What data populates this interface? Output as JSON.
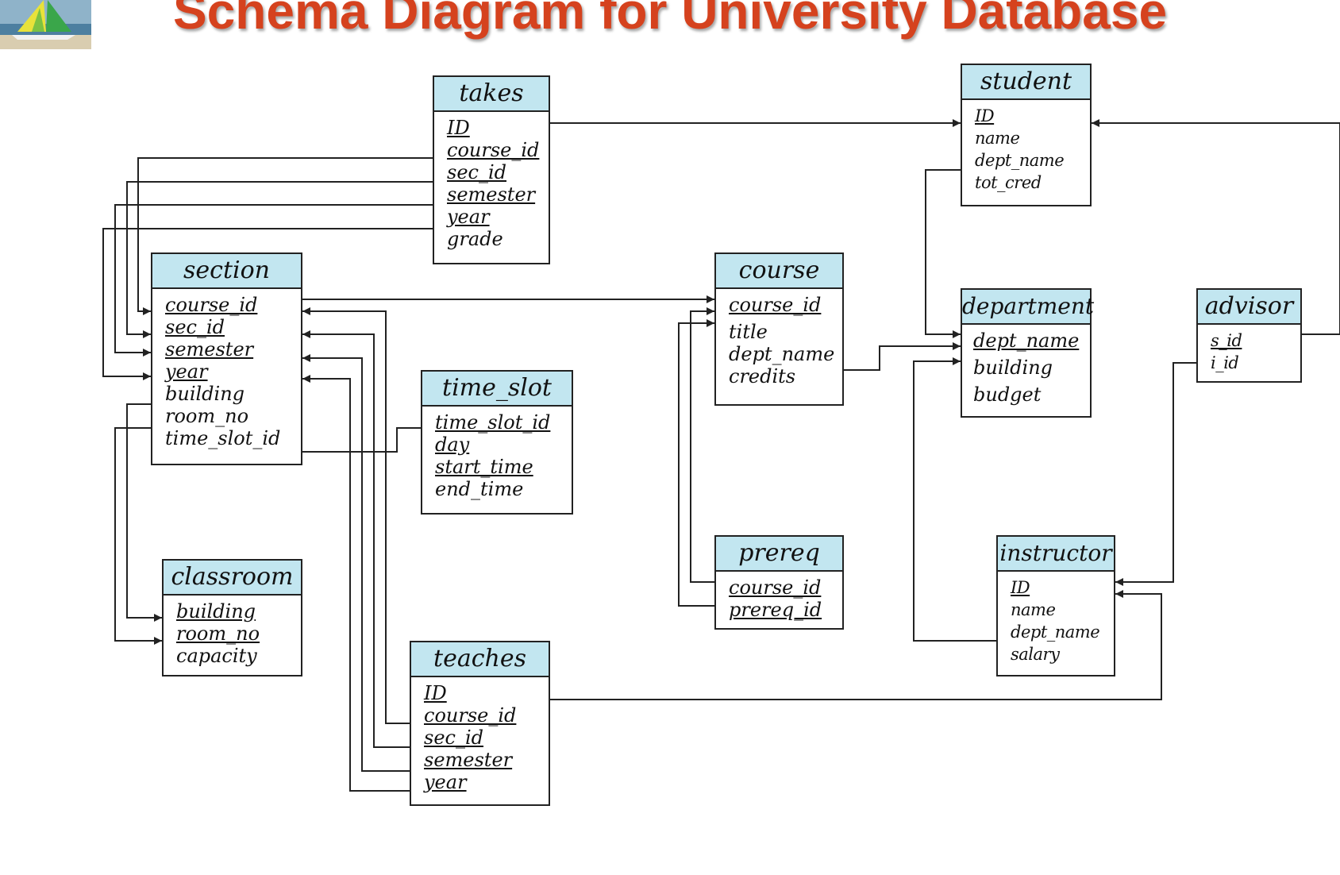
{
  "title": "Schema Diagram for University Database",
  "colors": {
    "title": "#d5421e",
    "header_fill": "#c2e6f0",
    "line": "#222222"
  },
  "tables": {
    "takes": {
      "name": "takes",
      "attributes": [
        {
          "name": "ID",
          "pk": true
        },
        {
          "name": "course_id",
          "pk": true
        },
        {
          "name": "sec_id",
          "pk": true
        },
        {
          "name": "semester",
          "pk": true
        },
        {
          "name": "year",
          "pk": true
        },
        {
          "name": "grade",
          "pk": false
        }
      ]
    },
    "student": {
      "name": "student",
      "attributes": [
        {
          "name": "ID",
          "pk": true
        },
        {
          "name": "name",
          "pk": false
        },
        {
          "name": "dept_name",
          "pk": false
        },
        {
          "name": "tot_cred",
          "pk": false
        }
      ]
    },
    "section": {
      "name": "section",
      "attributes": [
        {
          "name": "course_id",
          "pk": true
        },
        {
          "name": "sec_id",
          "pk": true
        },
        {
          "name": "semester",
          "pk": true
        },
        {
          "name": "year",
          "pk": true
        },
        {
          "name": "building",
          "pk": false
        },
        {
          "name": "room_no",
          "pk": false
        },
        {
          "name": "time_slot_id",
          "pk": false
        }
      ]
    },
    "course": {
      "name": "course",
      "attributes": [
        {
          "name": "course_id",
          "pk": true
        },
        {
          "name": "title",
          "pk": false
        },
        {
          "name": "dept_name",
          "pk": false
        },
        {
          "name": "credits",
          "pk": false
        }
      ]
    },
    "department": {
      "name": "department",
      "attributes": [
        {
          "name": "dept_name",
          "pk": true
        },
        {
          "name": "building",
          "pk": false
        },
        {
          "name": "budget",
          "pk": false
        }
      ]
    },
    "advisor": {
      "name": "advisor",
      "attributes": [
        {
          "name": "s_id",
          "pk": true
        },
        {
          "name": "i_id",
          "pk": false
        }
      ]
    },
    "time_slot": {
      "name": "time_slot",
      "attributes": [
        {
          "name": "time_slot_id",
          "pk": true
        },
        {
          "name": "day",
          "pk": true
        },
        {
          "name": "start_time",
          "pk": true
        },
        {
          "name": "end_time",
          "pk": false
        }
      ]
    },
    "classroom": {
      "name": "classroom",
      "attributes": [
        {
          "name": "building",
          "pk": true
        },
        {
          "name": "room_no",
          "pk": true
        },
        {
          "name": "capacity",
          "pk": false
        }
      ]
    },
    "prereq": {
      "name": "prereq",
      "attributes": [
        {
          "name": "course_id",
          "pk": true
        },
        {
          "name": "prereq_id",
          "pk": true
        }
      ]
    },
    "instructor": {
      "name": "instructor",
      "attributes": [
        {
          "name": "ID",
          "pk": true
        },
        {
          "name": "name",
          "pk": false
        },
        {
          "name": "dept_name",
          "pk": false
        },
        {
          "name": "salary",
          "pk": false
        }
      ]
    },
    "teaches": {
      "name": "teaches",
      "attributes": [
        {
          "name": "ID",
          "pk": true
        },
        {
          "name": "course_id",
          "pk": true
        },
        {
          "name": "sec_id",
          "pk": true
        },
        {
          "name": "semester",
          "pk": true
        },
        {
          "name": "year",
          "pk": true
        }
      ]
    }
  },
  "relationships": [
    {
      "from": "takes.ID",
      "to": "student.ID"
    },
    {
      "from": "takes.course_id",
      "to": "section.course_id"
    },
    {
      "from": "takes.sec_id",
      "to": "section.sec_id"
    },
    {
      "from": "takes.semester",
      "to": "section.semester"
    },
    {
      "from": "takes.year",
      "to": "section.year"
    },
    {
      "from": "section.course_id",
      "to": "course.course_id"
    },
    {
      "from": "section.time_slot_id",
      "to": "time_slot.time_slot_id"
    },
    {
      "from": "section.building",
      "to": "classroom.building"
    },
    {
      "from": "section.room_no",
      "to": "classroom.room_no"
    },
    {
      "from": "student.dept_name",
      "to": "department.dept_name"
    },
    {
      "from": "course.dept_name",
      "to": "department.dept_name"
    },
    {
      "from": "instructor.dept_name",
      "to": "department.dept_name"
    },
    {
      "from": "advisor.s_id",
      "to": "student.ID"
    },
    {
      "from": "advisor.i_id",
      "to": "instructor.ID"
    },
    {
      "from": "prereq.course_id",
      "to": "course.course_id"
    },
    {
      "from": "prereq.prereq_id",
      "to": "course.course_id"
    },
    {
      "from": "teaches.ID",
      "to": "instructor.ID"
    },
    {
      "from": "teaches.course_id",
      "to": "section.course_id"
    },
    {
      "from": "teaches.sec_id",
      "to": "section.sec_id"
    },
    {
      "from": "teaches.semester",
      "to": "section.semester"
    },
    {
      "from": "teaches.year",
      "to": "section.year"
    }
  ]
}
